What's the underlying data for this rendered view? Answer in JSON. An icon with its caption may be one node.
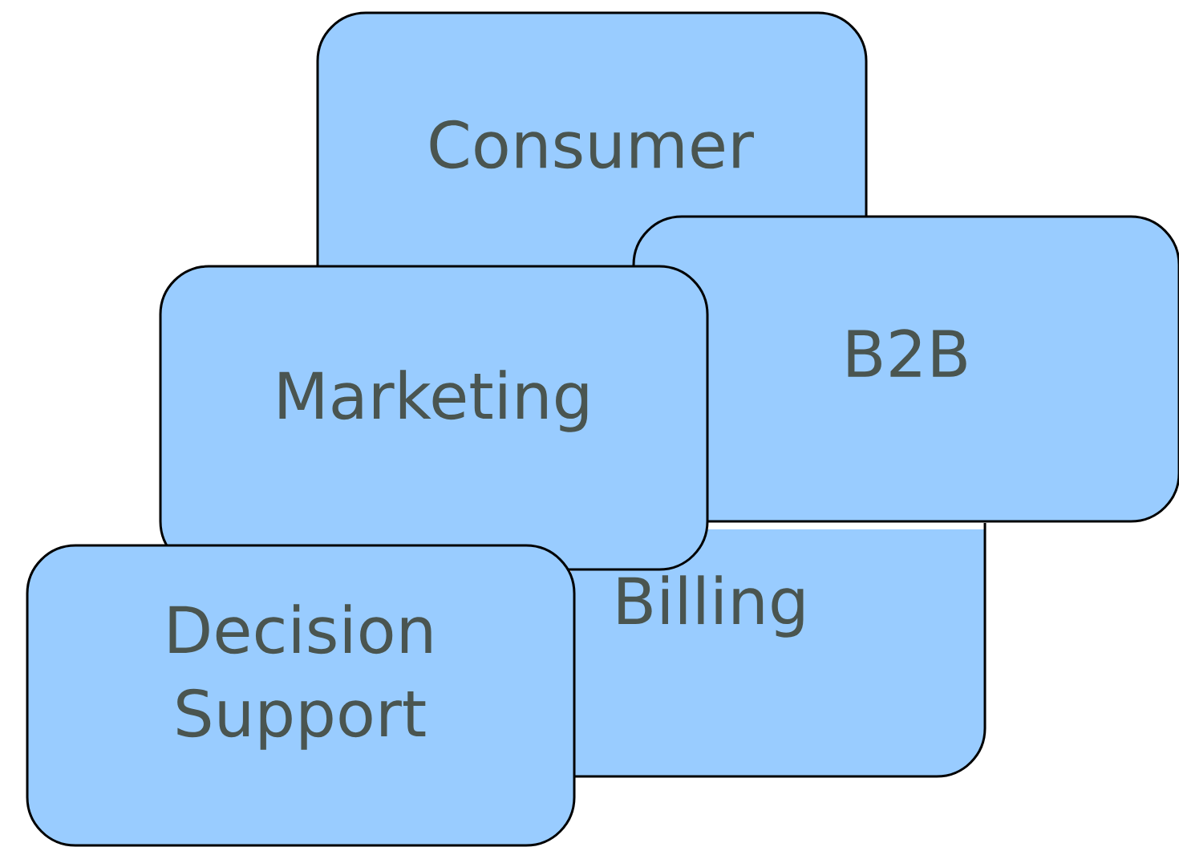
{
  "diagram": {
    "nodes": [
      {
        "text": [
          "Consumer"
        ]
      },
      {
        "text": [
          "B2B"
        ]
      },
      {
        "text": [
          "Marketing"
        ]
      },
      {
        "text": [
          "Billing"
        ]
      },
      {
        "text": [
          "Decision Support"
        ]
      }
    ],
    "edges": []
  }
}
